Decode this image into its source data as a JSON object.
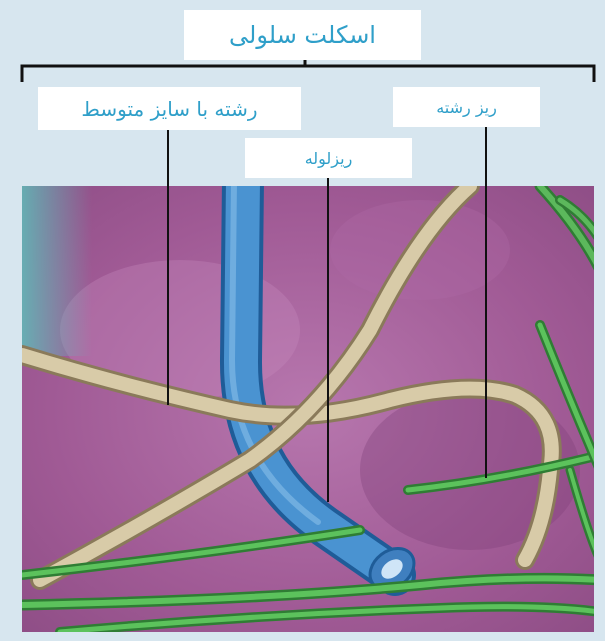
{
  "labels": {
    "cytoskeleton": "اسکلت سلولی",
    "intermediate_filament": "رشته با سایز متوسط",
    "microfilament": "ریز رشته",
    "microtubule": "ریزلوله"
  },
  "colors": {
    "background": "#d7e6ef",
    "label_text": "#2f9fc9",
    "cell_interior": "#a25f97",
    "intermediate_filament": "#c8b996",
    "microtubule": "#3f88c8",
    "microfilament": "#4aa84a"
  }
}
